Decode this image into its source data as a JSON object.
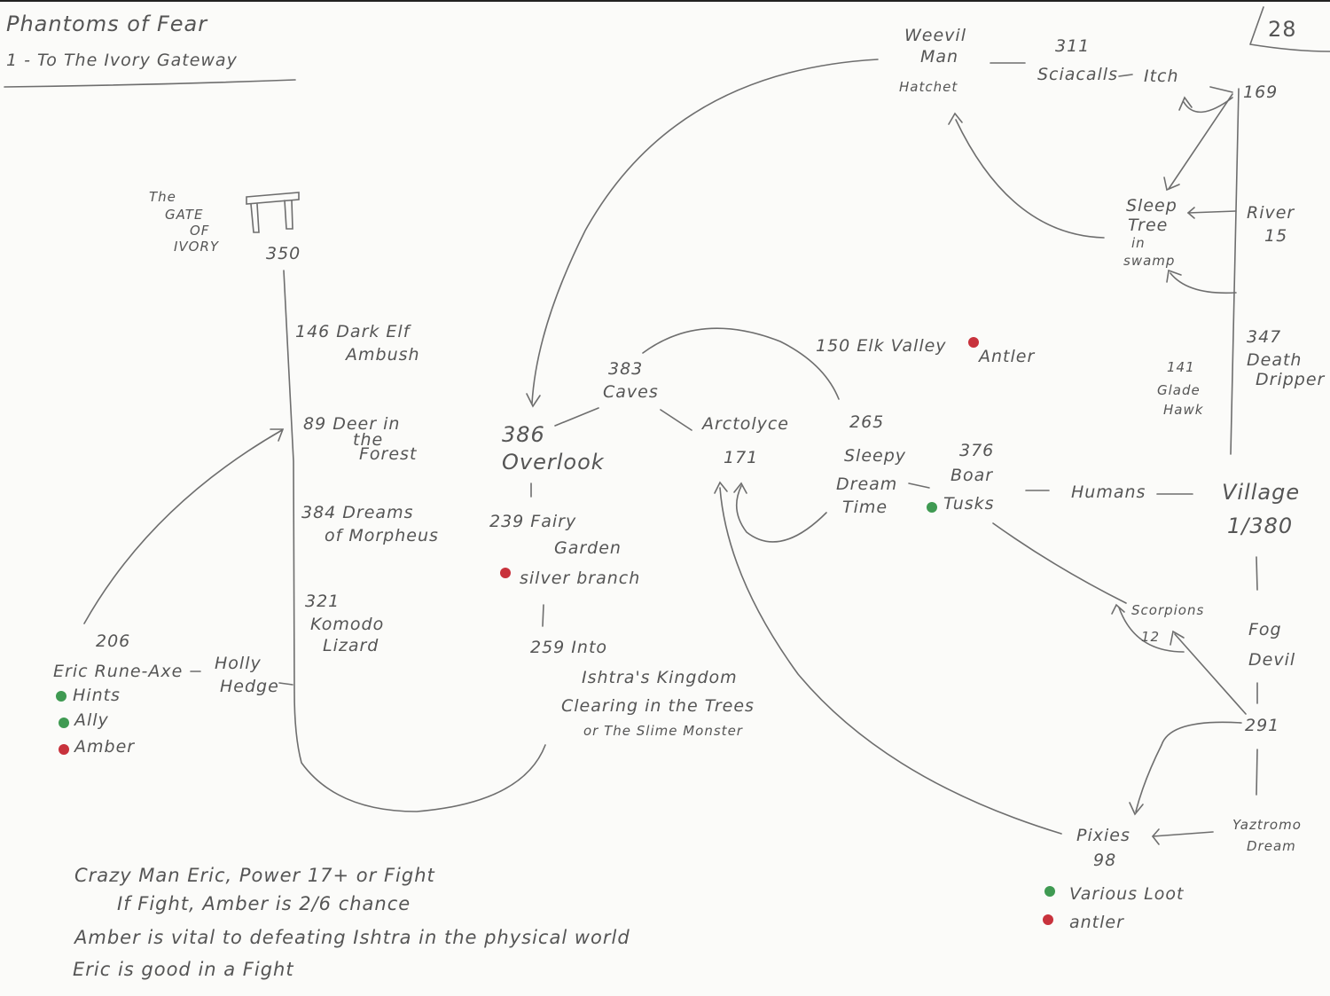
{
  "header": {
    "title": "Phantoms of Fear",
    "subtitle": "1 - To The Ivory Gateway",
    "page_number": "28"
  },
  "nodes": {
    "gate": [
      "The",
      "GATE",
      "OF",
      "IVORY"
    ],
    "gate_num": "350",
    "n146": [
      "146  Dark Elf",
      "Ambush"
    ],
    "n89": [
      "89  Deer in",
      "the",
      "Forest"
    ],
    "n384": [
      "384  Dreams",
      "of Morpheus"
    ],
    "n321": [
      "321",
      "Komodo",
      "Lizard"
    ],
    "n206": [
      "206",
      "Eric Rune-Axe"
    ],
    "holly": [
      "Holly",
      "Hedge"
    ],
    "n383": [
      "383",
      "Caves"
    ],
    "n386": [
      "386",
      "Overlook"
    ],
    "n239": [
      "239 Fairy",
      "Garden"
    ],
    "n259": [
      "259  Into",
      "Ishtra's Kingdom",
      "Clearing in the Trees",
      "or The Slime Monster"
    ],
    "arctolyce": [
      "Arctolyce",
      "171"
    ],
    "n150": "150  Elk Valley",
    "n265": [
      "265",
      "Sleepy",
      "Dream",
      "Time"
    ],
    "n376": [
      "376",
      "Boar"
    ],
    "humans": "Humans",
    "village": [
      "Village",
      "1/380"
    ],
    "weevil": [
      "Weevil",
      "Man",
      "Hatchet"
    ],
    "n311": [
      "311",
      "Sciacalls"
    ],
    "itch": "Itch",
    "n169": "169",
    "sleep_tree": [
      "Sleep",
      "Tree",
      "in",
      "swamp"
    ],
    "river": [
      "River",
      "15"
    ],
    "n347": [
      "347",
      "Death",
      "Dripper"
    ],
    "n141": [
      "141",
      "Glade",
      "Hawk"
    ],
    "scorpions": [
      "Scorpions",
      "12"
    ],
    "fog": [
      "Fog",
      "Devil"
    ],
    "n291": "291",
    "yaztromo": [
      "Yaztromo",
      "Dream"
    ],
    "pixies": [
      "Pixies",
      "98"
    ]
  },
  "items": {
    "hints": "Hints",
    "ally": "Ally",
    "amber": "Amber",
    "silver_branch": "silver branch",
    "antler_elk": "Antler",
    "tusks": "Tusks",
    "various_loot": "Various Loot",
    "antler_pixies": "antler"
  },
  "notes": [
    "Crazy Man Eric, Power 17+ or Fight",
    "If Fight, Amber is 2/6 chance",
    "Amber is vital to defeating Ishtra in the physical world",
    "Eric is good in a Fight"
  ],
  "colors": {
    "ink": "#555555",
    "green_dot": "#3f9a52",
    "red_dot": "#c8323c"
  }
}
